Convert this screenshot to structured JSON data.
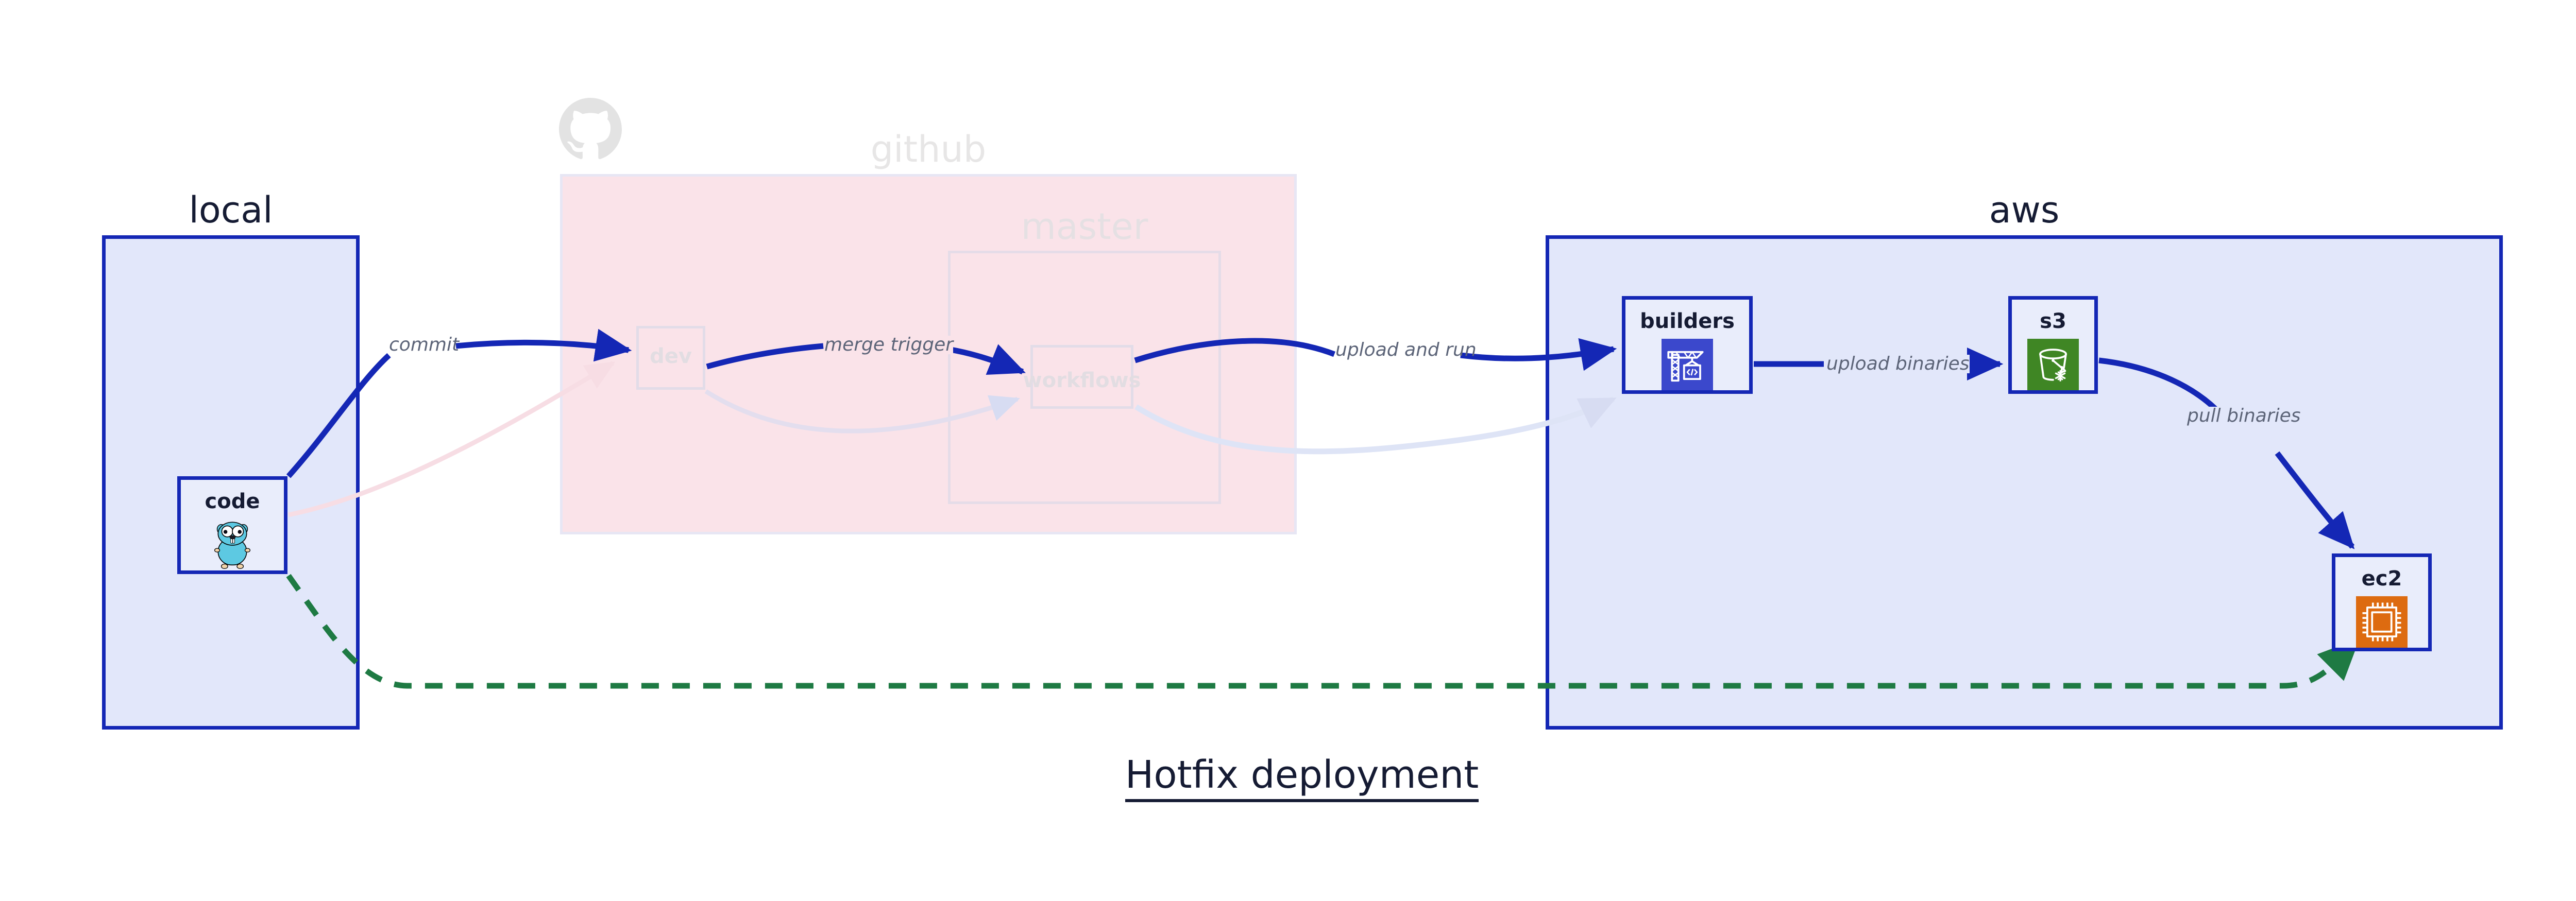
{
  "title": "Hotfix deployment",
  "clusters": [
    {
      "id": "local",
      "label": "local"
    },
    {
      "id": "github",
      "label": "github",
      "state": "faded"
    },
    {
      "id": "master",
      "label": "master",
      "state": "faded"
    },
    {
      "id": "aws",
      "label": "aws"
    }
  ],
  "nodes": [
    {
      "id": "code",
      "label": "code",
      "icon": "go-gopher-icon",
      "cluster": "local",
      "state": "active"
    },
    {
      "id": "dev",
      "label": "dev",
      "icon": "none",
      "cluster": "github",
      "state": "faded"
    },
    {
      "id": "workflows",
      "label": "workflows",
      "icon": "none",
      "cluster": "master",
      "state": "faded"
    },
    {
      "id": "builders",
      "label": "builders",
      "icon": "aws-codebuild-icon",
      "cluster": "aws",
      "state": "active"
    },
    {
      "id": "s3",
      "label": "s3",
      "icon": "aws-s3-glacier-icon",
      "cluster": "aws",
      "state": "active"
    },
    {
      "id": "ec2",
      "label": "ec2",
      "icon": "aws-ec2-icon",
      "cluster": "aws",
      "state": "active"
    }
  ],
  "edges": [
    {
      "id": "commit",
      "label": "commit",
      "from": "code",
      "to": "dev",
      "style": "solid",
      "state": "active"
    },
    {
      "id": "merge-trigger",
      "label": "merge trigger",
      "from": "dev",
      "to": "workflows",
      "style": "solid",
      "state": "active"
    },
    {
      "id": "upload-and-run",
      "label": "upload and run",
      "from": "workflows",
      "to": "builders",
      "style": "solid",
      "state": "active"
    },
    {
      "id": "upload-binaries",
      "label": "upload binaries",
      "from": "builders",
      "to": "s3",
      "style": "solid",
      "state": "active"
    },
    {
      "id": "pull-binaries",
      "label": "pull binaries",
      "from": "s3",
      "to": "ec2",
      "style": "solid",
      "state": "active"
    },
    {
      "id": "hotfix-direct",
      "label": "",
      "from": "code",
      "to": "ec2",
      "style": "dashed",
      "state": "active"
    },
    {
      "id": "ghost-code-dev",
      "label": "",
      "from": "code",
      "to": "dev",
      "style": "solid",
      "state": "faded"
    },
    {
      "id": "ghost-dev-workflows",
      "label": "",
      "from": "dev",
      "to": "workflows",
      "style": "solid",
      "state": "faded"
    },
    {
      "id": "ghost-workflows-builders",
      "label": "",
      "from": "workflows",
      "to": "builders",
      "style": "solid",
      "state": "faded"
    }
  ],
  "colors": {
    "accent_blue": "#1427B5",
    "cluster_blue_fill": "#E2E7FA",
    "node_blue_fill": "#E9EDFB",
    "github_pink_fill": "#FAE3E9",
    "faded_gray": "#E2DDE2",
    "label_gray": "#5C6478",
    "title_navy": "#151B33",
    "dashed_green": "#1E7A43",
    "gopher_cyan": "#5DC9E2",
    "codebuild_purple": "#3B48CC",
    "s3_green": "#3F8624",
    "ec2_orange": "#DD6B10"
  }
}
